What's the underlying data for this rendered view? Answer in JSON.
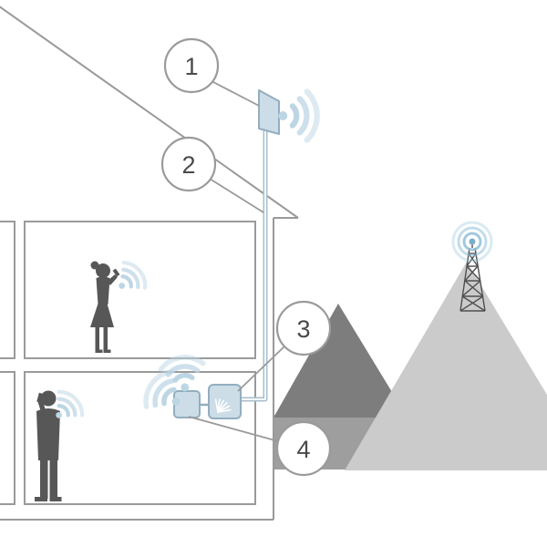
{
  "diagram": {
    "title": "cell-signal-booster-system-diagram",
    "callouts": [
      {
        "label": "1",
        "target": "external-antenna"
      },
      {
        "label": "2",
        "target": "coax-cable"
      },
      {
        "label": "3",
        "target": "booster-amplifier"
      },
      {
        "label": "4",
        "target": "internal-antenna"
      }
    ],
    "components": {
      "external_antenna": "roof-mounted outside antenna",
      "coax_cable": "cable from outside antenna to booster",
      "booster": "signal booster amplifier",
      "internal_antenna": "inside broadcast antenna",
      "cell_tower": "distant cell tower on mountain",
      "person_upper_floor": "woman using phone",
      "person_lower_floor": "man on phone call"
    },
    "colors": {
      "outline_gray": "#9a9a9a",
      "silhouette_gray": "#575757",
      "signal_blue": "#bcd6e4",
      "device_fill": "#ccdde8",
      "device_stroke": "#93aebf",
      "mountain_dark": "#7d7d7d",
      "mountain_light": "#cbcbcb",
      "ridge_gray": "#9e9e9e",
      "tower_gray": "#4f4f4f"
    }
  }
}
